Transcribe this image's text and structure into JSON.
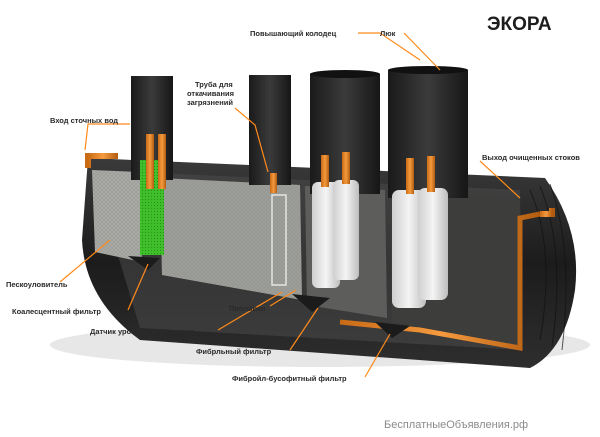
{
  "title": "ЭКОРА",
  "watermark": "БесплатныеОбъявления.рф",
  "labels": {
    "riser_well": "Повышающий колодец",
    "hatch": "Люк",
    "pump_pipe_1": "Труба для",
    "pump_pipe_2": "откачивания",
    "pump_pipe_3": "загрязнений",
    "inlet": "Вход сточных вод",
    "outlet": "Выход очищенных стоков",
    "sand_trap": "Пескоуловитель",
    "coalescent_filter": "Коалесцентный фильтр",
    "level_sensor": "Датчик уровня сточных вод",
    "floats": "Поплавки",
    "fibre_filter": "Фибрльный фильтр",
    "fibroil_filter": "Фибройл-бусофитный фильтр"
  },
  "colors": {
    "tank": "#2b2b2b",
    "pipe": "#e8872a",
    "leader_line": "#ff8a1a",
    "coalescent": "#3fbf2a"
  }
}
